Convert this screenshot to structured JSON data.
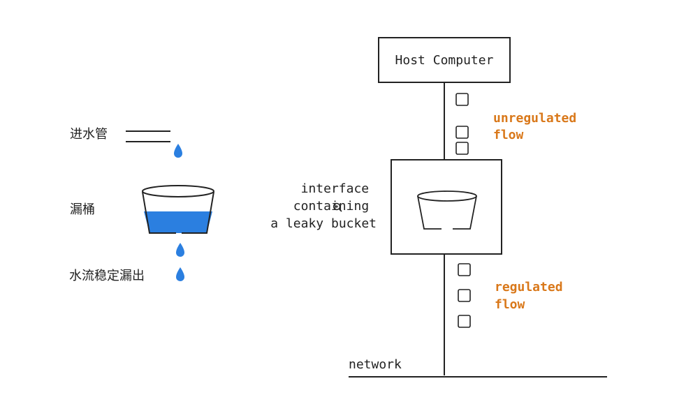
{
  "left_panel": {
    "inlet_label": "进水管",
    "bucket_label": "漏桶",
    "outflow_label": "水流稳定漏出"
  },
  "diagram": {
    "host_label": "Host Computer",
    "interface_lines": [
      "interface",
      "containing",
      "a leaky bucket"
    ],
    "unregulated_lines": [
      "unregulated",
      "flow"
    ],
    "regulated_lines": [
      "regulated",
      "flow"
    ],
    "network_label": "network"
  },
  "colors": {
    "water": "#2b7fe0",
    "accent": "#d9781a",
    "stroke": "#222222"
  },
  "icons": [
    "water-drop-icon",
    "bucket-icon",
    "packet-icon",
    "cursor-zoom-icon"
  ]
}
